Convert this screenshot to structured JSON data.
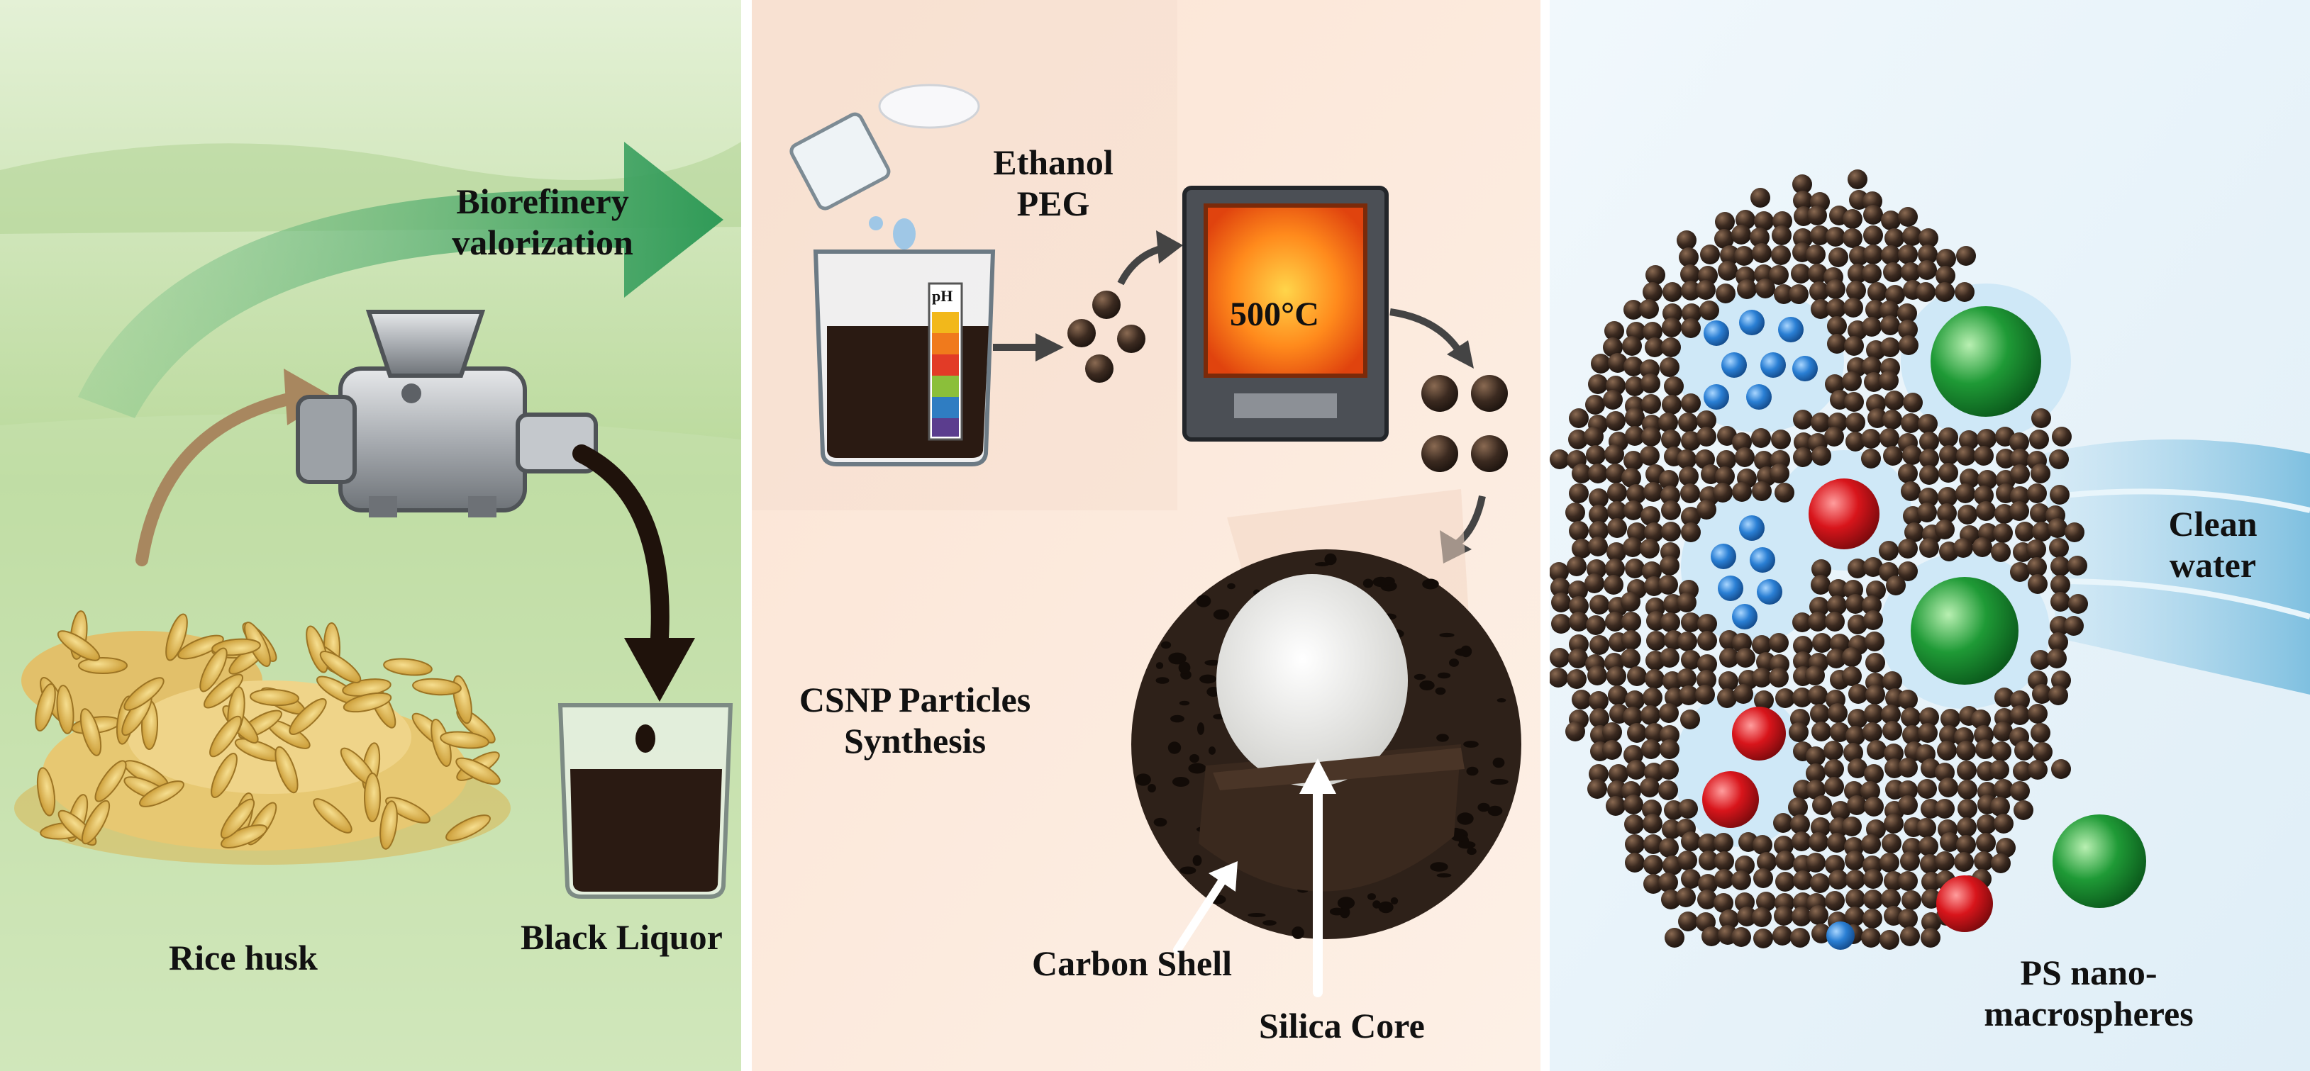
{
  "colors": {
    "field_green": "#cfe6b8",
    "arrow_green": "#2f9a57",
    "liquor": "#2a1a12",
    "furnace_hot": "#ff7a1a",
    "carbon": "#3b2a20",
    "silica": "#eeeeea",
    "ps_blue": "#2a7fd4",
    "ps_red": "#d8151b",
    "ps_green": "#1f9a36",
    "water": "#9ccde6"
  },
  "panels": {
    "feedstock": {
      "arrow_label_line1": "Biorefinery",
      "arrow_label_line2": "valorization",
      "husk_label": "Rice husk",
      "liquor_label": "Black Liquor"
    },
    "synthesis": {
      "solvent_line1": "Ethanol",
      "solvent_line2": "PEG",
      "beaker_tag": "pH",
      "temperature": "500°C",
      "title_line1": "CSNP Particles",
      "title_line2": "Synthesis",
      "shell_label": "Carbon Shell",
      "core_label": "Silica Core"
    },
    "adsorption": {
      "water_line1": "Clean",
      "water_line2": "water",
      "ps_line1": "PS nano-",
      "ps_line2": "macrospheres"
    }
  }
}
